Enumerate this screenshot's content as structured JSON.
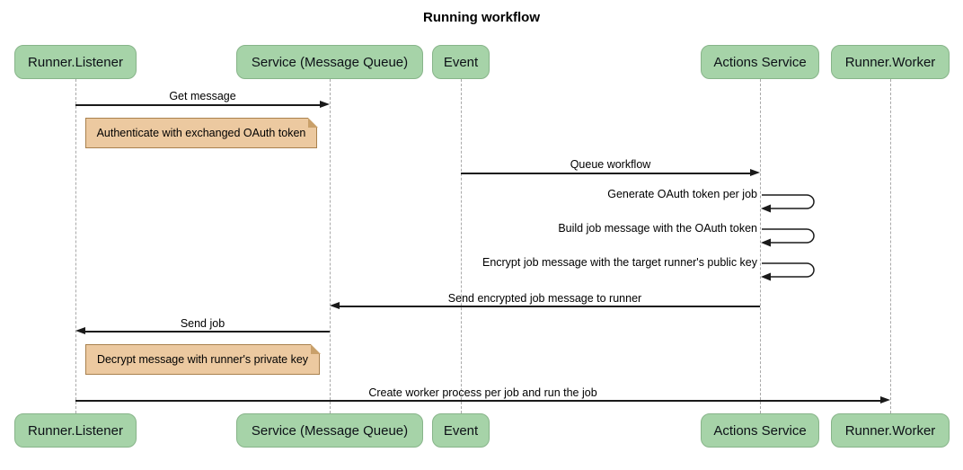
{
  "title": "Running workflow",
  "colors": {
    "actor_fill": "#a6d3a8",
    "actor_border": "#87b489",
    "note_fill": "#ecc9a0",
    "note_border": "#a9814e",
    "lifeline": "#a9a9a9",
    "arrow": "#1a1a1a",
    "text": "#000000"
  },
  "actors": [
    {
      "name": "Runner.Listener"
    },
    {
      "name": "Service (Message Queue)"
    },
    {
      "name": "Event"
    },
    {
      "name": "Actions Service"
    },
    {
      "name": "Runner.Worker"
    }
  ],
  "messages": [
    {
      "label": "Get message",
      "from": "Runner.Listener",
      "to": "Service (Message Queue)",
      "self": false
    },
    {
      "label": "Queue workflow",
      "from": "Event",
      "to": "Actions Service",
      "self": false
    },
    {
      "label": "Generate OAuth token per job",
      "from": "Actions Service",
      "to": "Actions Service",
      "self": true
    },
    {
      "label": "Build job message with the OAuth token",
      "from": "Actions Service",
      "to": "Actions Service",
      "self": true
    },
    {
      "label": "Encrypt job message with the target runner's public key",
      "from": "Actions Service",
      "to": "Actions Service",
      "self": true
    },
    {
      "label": "Send encrypted job message to runner",
      "from": "Actions Service",
      "to": "Service (Message Queue)",
      "self": false
    },
    {
      "label": "Send job",
      "from": "Service (Message Queue)",
      "to": "Runner.Listener",
      "self": false
    },
    {
      "label": "Create worker process per job and run the job",
      "from": "Runner.Listener",
      "to": "Runner.Worker",
      "self": false
    }
  ],
  "notes": [
    {
      "label": "Authenticate with exchanged OAuth token",
      "over": "Runner.Listener / Service (Message Queue)"
    },
    {
      "label": "Decrypt message with runner's private key",
      "over": "Runner.Listener / Service (Message Queue)"
    }
  ]
}
